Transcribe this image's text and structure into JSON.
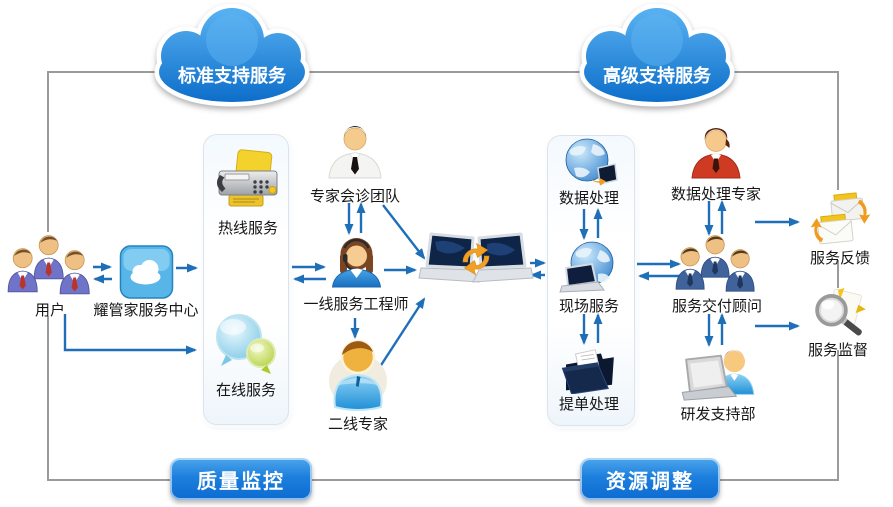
{
  "clouds": {
    "standard": {
      "label": "标准支持服务"
    },
    "advanced": {
      "label": "高级支持服务"
    }
  },
  "tags": {
    "quality": {
      "label": "质量监控"
    },
    "resource": {
      "label": "资源调整"
    }
  },
  "nodes": {
    "users": {
      "label": "用户",
      "icon": "users-group-icon"
    },
    "service_center": {
      "label": "耀管家服务中心",
      "icon": "cloud-app-icon"
    },
    "hotline": {
      "label": "热线服务",
      "icon": "fax-machine-icon"
    },
    "online_service": {
      "label": "在线服务",
      "icon": "chat-bubbles-icon"
    },
    "expert_team": {
      "label": "专家会诊团队",
      "icon": "businessman-icon"
    },
    "frontline_engineer": {
      "label": "一线服务工程师",
      "icon": "headset-agent-icon"
    },
    "second_line_expert": {
      "label": "二线专家",
      "icon": "blue-avatar-icon"
    },
    "exchange_hub": {
      "icon": "laptops-sync-icon"
    },
    "data_processing": {
      "label": "数据处理",
      "icon": "globe-icon"
    },
    "onsite_service": {
      "label": "现场服务",
      "icon": "globe-laptop-icon"
    },
    "ticket_processing": {
      "label": "提单处理",
      "icon": "folder-icon"
    },
    "data_expert": {
      "label": "数据处理专家",
      "icon": "red-suit-expert-icon"
    },
    "delivery_consultant": {
      "label": "服务交付顾问",
      "icon": "team-blue-icon"
    },
    "rd_support": {
      "label": "研发支持部",
      "icon": "laptop-user-icon"
    },
    "service_feedback": {
      "label": "服务反馈",
      "icon": "mail-exchange-icon"
    },
    "service_supervision": {
      "label": "服务监督",
      "icon": "magnifier-icon"
    }
  },
  "colors": {
    "cloud_blue": "#1f84dc",
    "tag_blue": "#0c6bd0",
    "arrow_blue": "#1e6fb8",
    "frame_gray": "#9b9b9b",
    "sync_orange": "#f2a024"
  }
}
